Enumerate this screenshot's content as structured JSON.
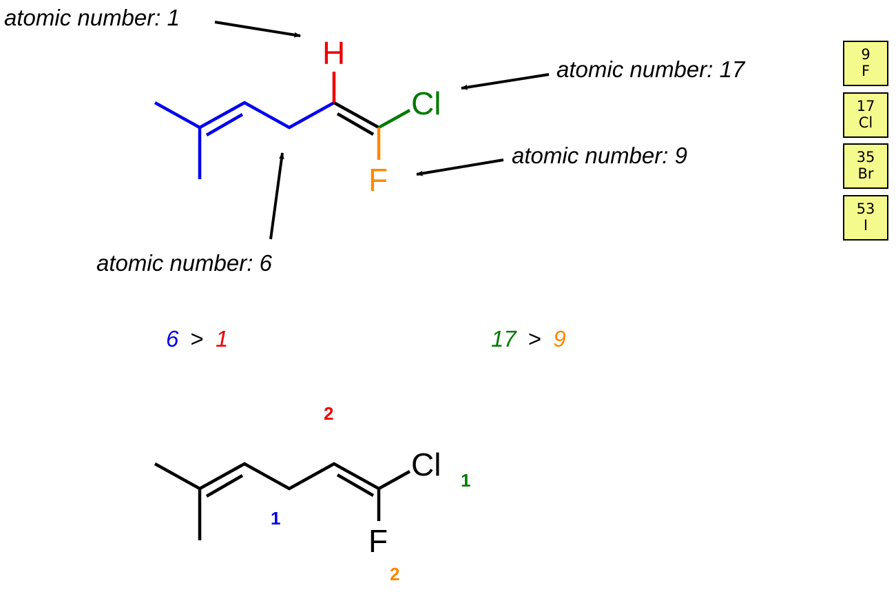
{
  "colors": {
    "carbon": "#0000ee",
    "hydrogen": "#ee0000",
    "chlorine": "#007a00",
    "fluorine": "#ff8800",
    "black": "#000000",
    "tile_fill": "#f5fa8c"
  },
  "annotations": {
    "h": "atomic number: 1",
    "cl": "atomic number: 17",
    "f": "atomic number: 9",
    "c": "atomic number: 6"
  },
  "atoms": {
    "h": "H",
    "cl": "Cl",
    "f": "F"
  },
  "comparisons": {
    "left": {
      "high": "6",
      "op": ">",
      "low": "1"
    },
    "right": {
      "high": "17",
      "op": ">",
      "low": "9"
    }
  },
  "ranks": {
    "h": "2",
    "c": "1",
    "cl": "1",
    "f": "2"
  },
  "periodic_tiles": [
    {
      "number": "9",
      "symbol": "F"
    },
    {
      "number": "17",
      "symbol": "Cl"
    },
    {
      "number": "35",
      "symbol": "Br"
    },
    {
      "number": "53",
      "symbol": "I"
    }
  ]
}
